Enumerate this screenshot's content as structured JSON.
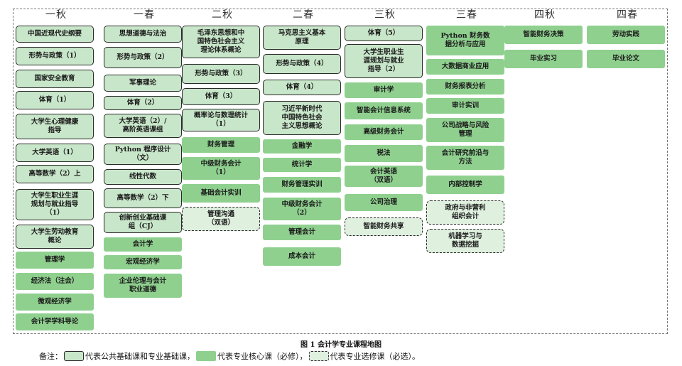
{
  "figure_caption": "图 1  会计学专业课程地图",
  "legend": {
    "prefix": "备注：",
    "foundation_text": "代表公共基础课和专业基础课，",
    "core_text": "代表专业核心课（必修），",
    "elective_text": "代表专业选修课（必选）。"
  },
  "columns": [
    {
      "semester": "一秋",
      "courses": [
        {
          "name": "中国近现代史纲要",
          "type": "foundation"
        },
        {
          "name": "形势与政策（1）",
          "type": "foundation"
        },
        {
          "name": "国家安全教育",
          "type": "foundation"
        },
        {
          "name": "体育（1）",
          "type": "foundation"
        },
        {
          "name": "大学生心理健康\n指导",
          "type": "foundation"
        },
        {
          "name": "大学英语（1）",
          "type": "foundation"
        },
        {
          "name": "高等数学（2）上",
          "type": "foundation"
        },
        {
          "name": "大学生职业生涯\n规划与就业指导\n（1）",
          "type": "foundation"
        },
        {
          "name": "大学生劳动教育\n概论",
          "type": "foundation"
        },
        {
          "name": "管理学",
          "type": "core"
        },
        {
          "name": "经济法（注会）",
          "type": "core"
        },
        {
          "name": "微观经济学",
          "type": "core"
        },
        {
          "name": "会计学学科导论",
          "type": "core"
        }
      ]
    },
    {
      "semester": "一春",
      "courses": [
        {
          "name": "思想道德与法治",
          "type": "foundation"
        },
        {
          "name": "形势与政策（2）",
          "type": "foundation"
        },
        {
          "name": "军事理论",
          "type": "foundation"
        },
        {
          "name": "体育（2）",
          "type": "foundation"
        },
        {
          "name": "大学英语（2）/\n高阶英语课组",
          "type": "foundation"
        },
        {
          "name": "Python 程序设计\n（文）",
          "type": "foundation"
        },
        {
          "name": "线性代数",
          "type": "foundation"
        },
        {
          "name": "高等数学（2）下",
          "type": "foundation"
        },
        {
          "name": "创新创业基础课\n组（CJ）",
          "type": "foundation"
        },
        {
          "name": "会计学",
          "type": "core"
        },
        {
          "name": "宏观经济学",
          "type": "core"
        },
        {
          "name": "企业伦理与会计\n职业道德",
          "type": "core"
        }
      ]
    },
    {
      "semester": "二秋",
      "courses": [
        {
          "name": "毛泽东思想和中\n国特色社会主义\n理论体系概论",
          "type": "foundation"
        },
        {
          "name": "形势与政策（3）",
          "type": "foundation"
        },
        {
          "name": "体育（3）",
          "type": "foundation"
        },
        {
          "name": "概率论与数理统计\n（1）",
          "type": "foundation"
        },
        {
          "name": "财务管理",
          "type": "core"
        },
        {
          "name": "中级财务会计\n（1）",
          "type": "core"
        },
        {
          "name": "基础会计实训",
          "type": "core"
        },
        {
          "name": "管理沟通\n（双语）",
          "type": "elective"
        }
      ]
    },
    {
      "semester": "二春",
      "courses": [
        {
          "name": "马克思主义基本\n原理",
          "type": "foundation"
        },
        {
          "name": "形势与政策（4）",
          "type": "foundation"
        },
        {
          "name": "体育（4）",
          "type": "foundation"
        },
        {
          "name": "习近平新时代\n中国特色社会\n主义思想概论",
          "type": "foundation"
        },
        {
          "name": "金融学",
          "type": "core"
        },
        {
          "name": "统计学",
          "type": "core"
        },
        {
          "name": "财务管理实训",
          "type": "core"
        },
        {
          "name": "中级财务会计\n（2）",
          "type": "core"
        },
        {
          "name": "管理会计",
          "type": "core"
        },
        {
          "name": "成本会计",
          "type": "core"
        }
      ]
    },
    {
      "semester": "三秋",
      "courses": [
        {
          "name": "体育（5）",
          "type": "foundation"
        },
        {
          "name": "大学生职业生\n涯规划与就业\n指导（2）",
          "type": "foundation"
        },
        {
          "name": "审计学",
          "type": "core"
        },
        {
          "name": "智能会计信息系统",
          "type": "core"
        },
        {
          "name": "高级财务会计",
          "type": "core"
        },
        {
          "name": "税法",
          "type": "core"
        },
        {
          "name": "会计英语\n（双语）",
          "type": "core"
        },
        {
          "name": "公司治理",
          "type": "core"
        },
        {
          "name": "智能财务共享",
          "type": "elective"
        }
      ]
    },
    {
      "semester": "三春",
      "courses": [
        {
          "name": "Python 财务数\n据分析与应用",
          "type": "core"
        },
        {
          "name": "大数据商业应用",
          "type": "core"
        },
        {
          "name": "财务报表分析",
          "type": "core"
        },
        {
          "name": "审计实训",
          "type": "core"
        },
        {
          "name": "公司战略与风险\n管理",
          "type": "core"
        },
        {
          "name": "会计研究前沿与\n方法",
          "type": "core"
        },
        {
          "name": "内部控制学",
          "type": "core"
        },
        {
          "name": "政府与非营利\n组织会计",
          "type": "elective"
        },
        {
          "name": "机器学习与\n数据挖掘",
          "type": "elective"
        }
      ]
    },
    {
      "semester": "四秋",
      "courses": [
        {
          "name": "智能财务决策",
          "type": "core"
        },
        {
          "name": "毕业实习",
          "type": "core"
        }
      ]
    },
    {
      "semester": "四春",
      "courses": [
        {
          "name": "劳动实践",
          "type": "core"
        },
        {
          "name": "毕业论文",
          "type": "core"
        }
      ]
    }
  ]
}
